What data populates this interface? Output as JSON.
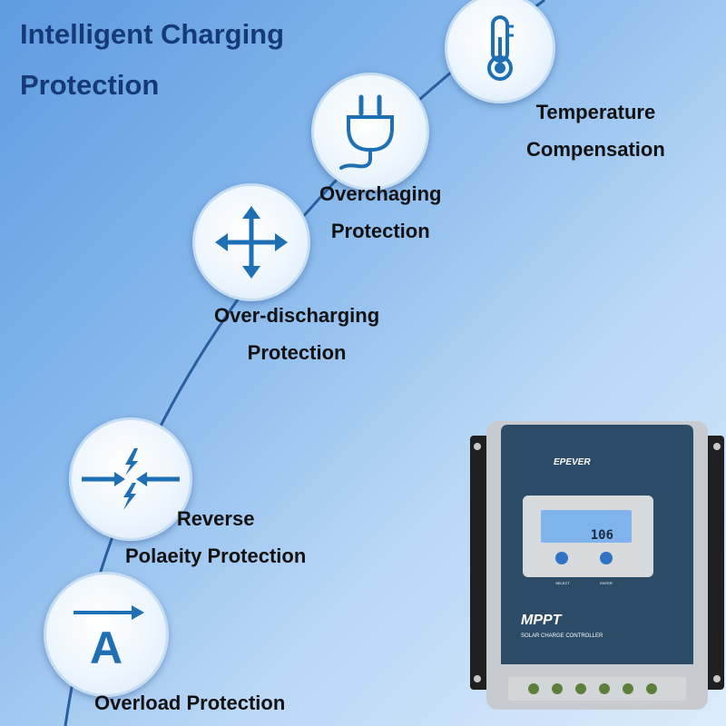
{
  "title": {
    "line1": "Intelligent Charging",
    "line2": "Protection"
  },
  "features": [
    {
      "label_lines": [
        "Temperature",
        "Compensation"
      ],
      "icon": "thermometer-icon"
    },
    {
      "label_lines": [
        "Overchaging",
        "Protection"
      ],
      "icon": "plug-icon"
    },
    {
      "label_lines": [
        "Over-discharging",
        "Protection"
      ],
      "icon": "four-arrows-icon"
    },
    {
      "label_lines": [
        "Reverse",
        "Polaeity Protection"
      ],
      "icon": "reverse-polarity-icon"
    },
    {
      "label_lines": [
        "Overload Protection"
      ],
      "icon": "ampere-icon"
    }
  ],
  "device": {
    "brand": "EPEVER",
    "display_value": "106",
    "button_labels": [
      "SELECT",
      "ENTER"
    ],
    "product_name": "MPPT",
    "product_subtitle": "SOLAR CHARGE CONTROLLER"
  },
  "colors": {
    "title": "#153a78",
    "icon": "#1f6fb5",
    "device_panel": "#2c4b66"
  }
}
